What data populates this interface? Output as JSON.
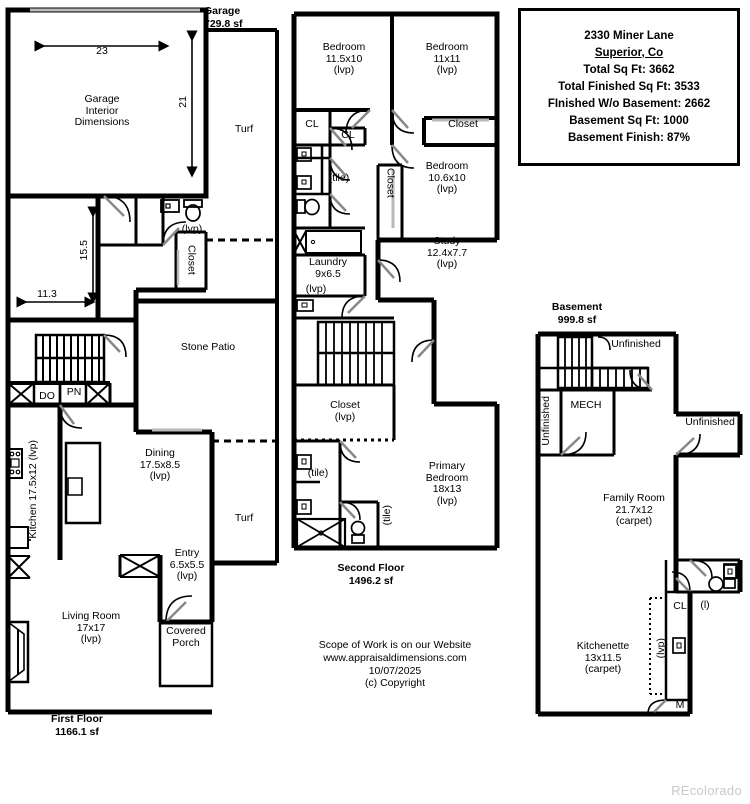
{
  "document": {
    "type": "floor-plan",
    "watermark": "REcolorado"
  },
  "info_box": {
    "address": "2330 Miner Lane",
    "city_state": "Superior, Co",
    "total_sq_ft": "Total Sq Ft: 3662",
    "total_finished_sq_ft": "Total Finished Sq Ft: 3533",
    "finished_wo_basement": "FInished W/o Basement: 2662",
    "basement_sq_ft": "Basement Sq Ft: 1000",
    "basement_finish": "Basement Finish: 87%"
  },
  "first_floor": {
    "title": "First Floor",
    "area": "1166.1 sf",
    "garage_title": "Garage",
    "garage_area": "729.8 sf",
    "garage_note": "Garage\nInterior\nDimensions",
    "dim_top": "23",
    "dim_right": "21",
    "dim_left": "15.5",
    "dim_bottom": "11.3",
    "rooms": [
      {
        "name": "Turf",
        "label": "Turf"
      },
      {
        "name": "Turf",
        "label": "Turf"
      },
      {
        "name": "Stone Patio",
        "label": "Stone Patio"
      },
      {
        "name": "Kitchen",
        "label": "Kitchen\n17.5x12\n(lvp)"
      },
      {
        "name": "Dining",
        "label": "Dining\n17.5x8.5\n(lvp)"
      },
      {
        "name": "Entry",
        "label": "Entry\n6.5x5.5\n(lvp)"
      },
      {
        "name": "Living Room",
        "label": "Living Room\n17x17\n(lvp)"
      },
      {
        "name": "Covered Porch",
        "label": "Covered\nPorch"
      },
      {
        "name": "Closet",
        "label": "Closet"
      },
      {
        "name": "Powder Bath",
        "label": "(lvp)"
      },
      {
        "name": "Drop Off",
        "label": "DO"
      },
      {
        "name": "Pantry",
        "label": "PN"
      }
    ]
  },
  "second_floor": {
    "title": "Second Floor",
    "area": "1496.2 sf",
    "rooms": [
      {
        "name": "Bedroom 1",
        "label": "Bedroom\n11.5x10\n(lvp)"
      },
      {
        "name": "Bedroom 2",
        "label": "Bedroom\n11x11\n(lvp)"
      },
      {
        "name": "Bedroom 3",
        "label": "Bedroom\n10.6x10\n(lvp)"
      },
      {
        "name": "Study",
        "label": "Study\n12.4x7.7\n(lvp)"
      },
      {
        "name": "Laundry",
        "label": "Laundry\n9x6.5"
      },
      {
        "name": "Laundry Floor",
        "label": "(lvp)"
      },
      {
        "name": "Primary Bedroom",
        "label": "Primary\nBedroom\n18x13\n(lvp)"
      },
      {
        "name": "Primary Closet",
        "label": "Closet\n(lvp)"
      },
      {
        "name": "Hall Bath",
        "label": "(tile)"
      },
      {
        "name": "Primary Bath",
        "label": "(tile)"
      },
      {
        "name": "Water Closet",
        "label": "(tile)"
      },
      {
        "name": "Closet CL 1",
        "label": "CL"
      },
      {
        "name": "Closet CL 2",
        "label": "CL"
      },
      {
        "name": "Bedroom 2 Closet",
        "label": "Closet"
      },
      {
        "name": "Bedroom 3 Closet",
        "label": "Closet"
      }
    ]
  },
  "basement": {
    "title": "Basement",
    "area": "999.8 sf",
    "rooms": [
      {
        "name": "Unfinished Top",
        "label": "Unfinished"
      },
      {
        "name": "Unfinished Left",
        "label": "Unfinished"
      },
      {
        "name": "Unfinished Right",
        "label": "Unfinished"
      },
      {
        "name": "Mechanical",
        "label": "MECH"
      },
      {
        "name": "Family Room",
        "label": "Family Room\n21.7x12\n(carpet)"
      },
      {
        "name": "Kitchenette",
        "label": "Kitchenette\n13x11.5\n(carpet)"
      },
      {
        "name": "Closet",
        "label": "CL"
      },
      {
        "name": "Bath",
        "label": "(l)"
      },
      {
        "name": "Hall Floor",
        "label": "(lvp)"
      },
      {
        "name": "Mech Closet",
        "label": "M"
      }
    ]
  },
  "footer": {
    "scope": "Scope of Work is on our Website",
    "website": "www.appraisaldimensions.com",
    "date": "10/07/2025",
    "copyright": "(c) Copyright"
  }
}
